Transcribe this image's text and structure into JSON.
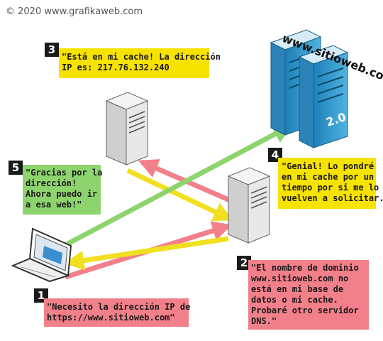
{
  "copyright": "© 2020 www.grafikaweb.com",
  "site_label": "www.sitioweb.com",
  "server_badge": "2.0",
  "steps": [
    {
      "number": "1",
      "text": "\"Necesito la dirección IP de\nhttps://www.sitioweb.com\""
    },
    {
      "number": "2",
      "text": "\"El nombre de dominio\nwww.sitioweb.com no\nestá en mi base de\ndatos o mi cache.\nProbaré otro servidor\nDNS.\""
    },
    {
      "number": "3",
      "text": "\"Está en mi cache! La dirección\nIP es: 217.76.132.240"
    },
    {
      "number": "4",
      "text": "\"Genial! Lo pondré\nen mi cache por un\ntiempo por si me lo\nvuelven a solicitar.\""
    },
    {
      "number": "5",
      "text": "\"Gracias por la\ndirección!\nAhora puedo ir\na esa web!\""
    }
  ],
  "colors": {
    "yellow": "#f7e300",
    "green": "#8ed46e",
    "pink": "#f2808a",
    "server_blue": "#3a9fd0"
  }
}
